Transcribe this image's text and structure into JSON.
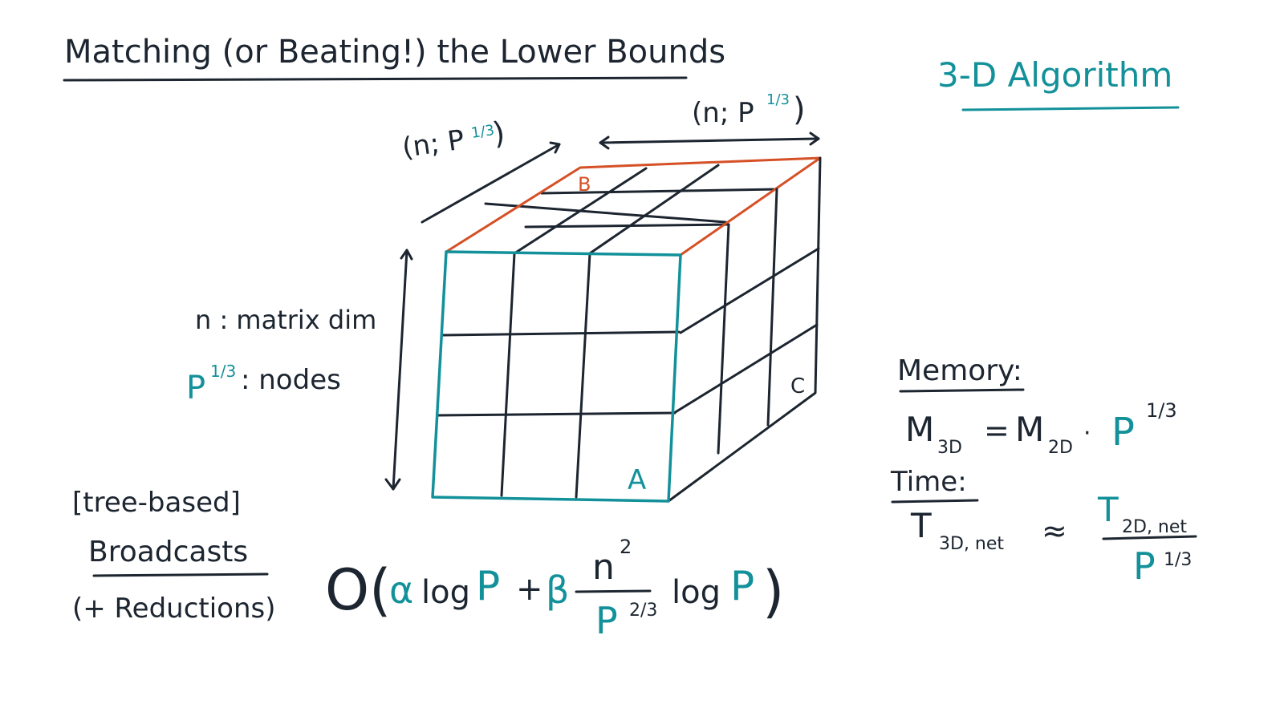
{
  "slide": {
    "title": "Matching (or Beating!) the Lower Bounds",
    "heading": "3-D Algorithm"
  },
  "cube": {
    "dim_top_left": "(n; P",
    "dim_top_right": "(n; P",
    "exp_third": "1/3",
    "close_paren": ")",
    "label_a": "A",
    "label_b": "B",
    "label_c": "C",
    "n_legend": "n : matrix dim",
    "p_legend_base": "P",
    "p_legend_exp": "1/3",
    "p_legend_text": ": nodes"
  },
  "broadcast": {
    "line1": "[tree-based]",
    "line2": "Broadcasts",
    "line3": "(+ Reductions)",
    "formula_open": "O(",
    "alpha": "α",
    "log1": "log",
    "p1": "P",
    "plus": "+",
    "beta": "β",
    "num": "n",
    "num_exp": "2",
    "den": "P",
    "den_exp": "2/3",
    "log2": "log",
    "p2": "P",
    "formula_close": ")"
  },
  "memory": {
    "heading": "Memory:",
    "m": "M",
    "sub3d": "3D",
    "eq": "=",
    "m2": "M",
    "sub2d": "2D",
    "dot": "·",
    "p": "P",
    "exp": "1/3"
  },
  "time": {
    "heading": "Time:",
    "t": "T",
    "sub3d": "3D, net",
    "approx": "≈",
    "t2": "T",
    "sub2d": "2D, net",
    "p": "P",
    "exp": "1/3"
  },
  "colors": {
    "ink": "#1c2530",
    "teal": "#13919a",
    "red": "#d65026"
  }
}
